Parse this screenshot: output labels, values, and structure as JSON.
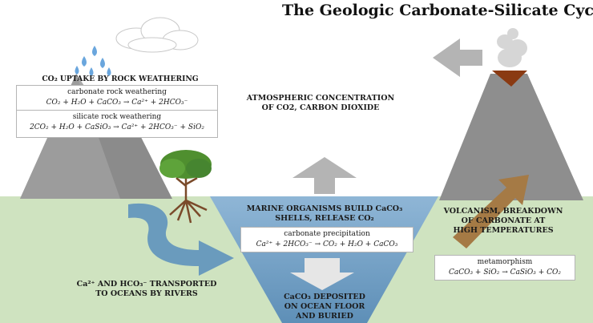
{
  "title": "The Geologic Carbonate-Silicate Cycle",
  "weathering": {
    "heading": "CO₂ UPTAKE BY ROCK WEATHERING",
    "carbonate_label": "carbonate rock weathering",
    "carbonate_eq": "CO₂ + H₂O + CaCO₃ → Ca²⁺ + 2HCO₃⁻",
    "silicate_label": "silicate rock weathering",
    "silicate_eq": "2CO₂ + H₂O + CaSiO₃ → Ca²⁺ + 2HCO₃⁻ + SiO₂"
  },
  "atmosphere": {
    "line1": "ATMOSPHERIC CONCENTRATION",
    "line2": "OF CO2, CARBON DIOXIDE"
  },
  "marine": {
    "line1": "MARINE ORGANISMS BUILD CaCO₃",
    "line2": "SHELLS, RELEASE CO₂",
    "precip_label": "carbonate precipitation",
    "precip_eq": "Ca²⁺ + 2HCO₃⁻ → CO₂ + H₂O + CaCO₃"
  },
  "deposit": {
    "line1": "CaCO₃ DEPOSITED",
    "line2": "ON OCEAN FLOOR",
    "line3": "AND BURIED"
  },
  "rivers": {
    "line1": "Ca²⁺ AND HCO₃⁻ TRANSPORTED",
    "line2": "TO OCEANS BY RIVERS"
  },
  "volcanism": {
    "line1": "VOLCANISM, BREAKDOWN",
    "line2": "OF CARBONATE AT",
    "line3": "HIGH TEMPERATURES"
  },
  "metamorphism": {
    "label": "metamorphism",
    "eq": "CaCO₃ + SiO₂ → CaSiO₃ + CO₂"
  },
  "colors": {
    "ground": "#cfe3c0",
    "ocean": "#6f9cc0",
    "mountain_dark": "#8c8c8c",
    "mountain_light": "#a8a8a8",
    "volcano": "#8e8e8e",
    "lava": "#8a3a12",
    "river_arrow": "#6a9bbd",
    "volcanic_arrow": "#a57a45",
    "gray_arrow": "#b4b4b4",
    "rain": "#6aa6dd",
    "tree": "#4f8f2f",
    "trunk": "#7a4a2a"
  }
}
